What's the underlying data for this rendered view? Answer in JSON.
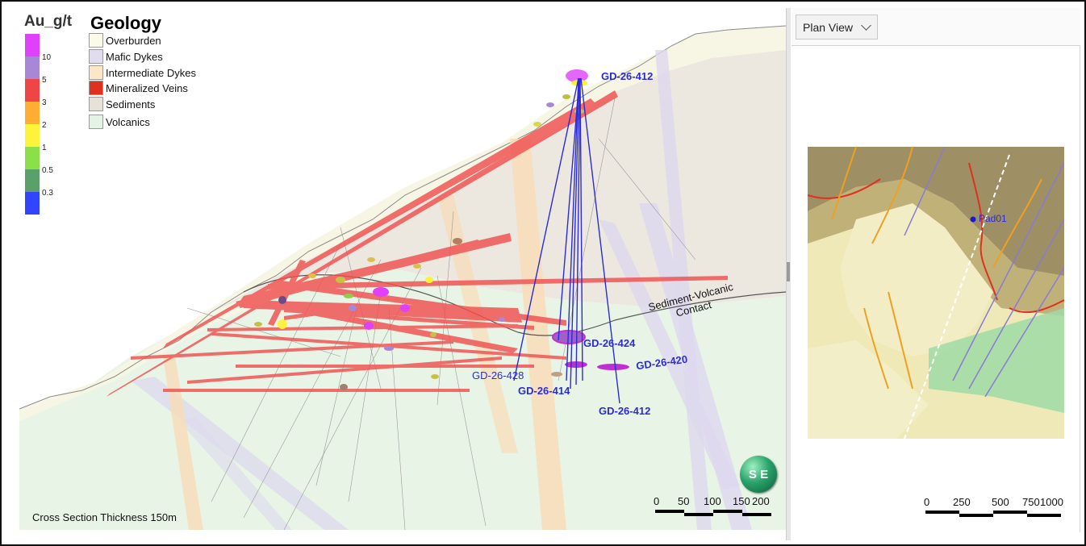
{
  "legend": {
    "au_title": "Au_g/t",
    "au_scale": [
      {
        "label": "10",
        "color": "#e040fb"
      },
      {
        "label": "5",
        "color": "#a887d6"
      },
      {
        "label": "3",
        "color": "#f04545"
      },
      {
        "label": "2",
        "color": "#ffad33"
      },
      {
        "label": "1",
        "color": "#fff23a"
      },
      {
        "label": "0.5",
        "color": "#8be04a"
      },
      {
        "label": "0.3",
        "color": "#5aa06a"
      },
      {
        "label": "",
        "color": "#3344ff"
      }
    ],
    "geology_title": "Geology",
    "geology_items": [
      {
        "label": "Overburden",
        "color": "#fbfbea"
      },
      {
        "label": "Mafic Dykes",
        "color": "#e2dcef"
      },
      {
        "label": "Intermediate Dykes",
        "color": "#fbe6c8"
      },
      {
        "label": "Mineralized Veins",
        "color": "#e0301e"
      },
      {
        "label": "Sediments",
        "color": "#e6e2d8"
      },
      {
        "label": "Volcanics",
        "color": "#e3f4e3"
      }
    ]
  },
  "section": {
    "holes": {
      "top_label": "GD-26-412",
      "h424": "GD-26-424",
      "h420": "GD-26-420",
      "h428": "GD-26-428",
      "h414": "GD-26-414",
      "h412": "GD-26-412"
    },
    "contact_label_line1": "Sediment-Volcanic",
    "contact_label_line2": "Contact",
    "thickness_note": "Cross Section Thickness 150m",
    "scale_ticks": [
      "0",
      "50",
      "100",
      "150",
      "200"
    ],
    "compass_letters": "S E",
    "colors": {
      "drillhole": "#2b2bd8",
      "vein": "#f05050"
    }
  },
  "plan": {
    "view_select_value": "Plan View",
    "pad_label": "Pad01",
    "scale_ticks": [
      "0",
      "250",
      "500",
      "750",
      "1000"
    ]
  }
}
